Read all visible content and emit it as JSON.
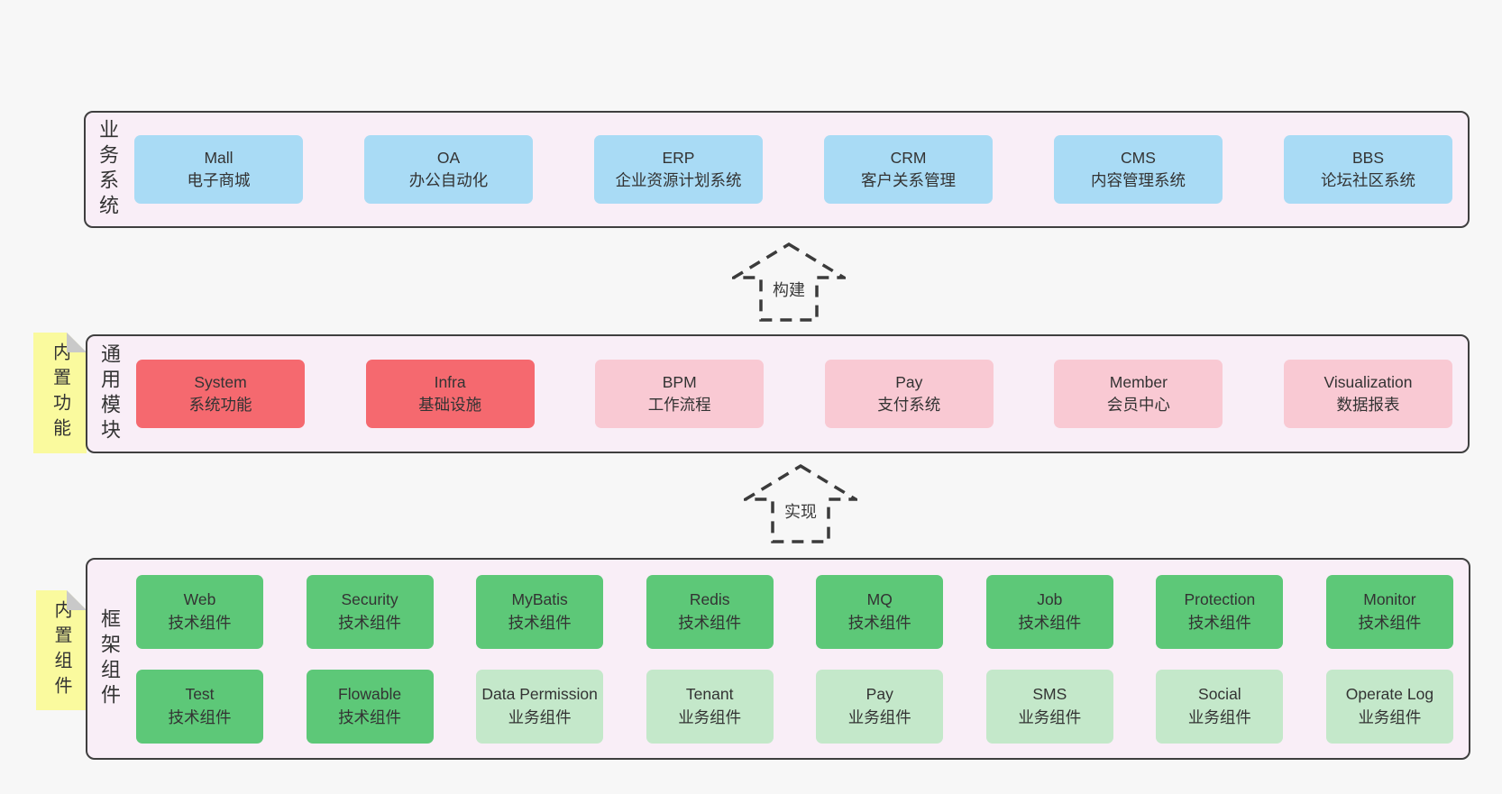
{
  "colors": {
    "page-bg": "#f7f7f7",
    "layer-bg": "#f9eef7",
    "layer-border": "#3f3f3f",
    "blue": "#a9dbf5",
    "red": "#f5696f",
    "pink": "#f9c9d3",
    "green": "#5dc878",
    "lightgreen": "#c4e8ca",
    "note-yellow": "#fafa9e",
    "note-fold": "#c9c9c9",
    "text": "#333333"
  },
  "arrows": [
    {
      "label": "构建"
    },
    {
      "label": "实现"
    }
  ],
  "layers": [
    {
      "side_label": "业务系统",
      "boxes": [
        {
          "name": "Mall",
          "desc": "电子商城",
          "variant": "blue"
        },
        {
          "name": "OA",
          "desc": "办公自动化",
          "variant": "blue"
        },
        {
          "name": "ERP",
          "desc": "企业资源计划系统",
          "variant": "blue"
        },
        {
          "name": "CRM",
          "desc": "客户关系管理",
          "variant": "blue"
        },
        {
          "name": "CMS",
          "desc": "内容管理系统",
          "variant": "blue"
        },
        {
          "name": "BBS",
          "desc": "论坛社区系统",
          "variant": "blue"
        }
      ]
    },
    {
      "side_label": "通用模块",
      "note": "内置功能",
      "boxes": [
        {
          "name": "System",
          "desc": "系统功能",
          "variant": "red"
        },
        {
          "name": "Infra",
          "desc": "基础设施",
          "variant": "red"
        },
        {
          "name": "BPM",
          "desc": "工作流程",
          "variant": "pink"
        },
        {
          "name": "Pay",
          "desc": "支付系统",
          "variant": "pink"
        },
        {
          "name": "Member",
          "desc": "会员中心",
          "variant": "pink"
        },
        {
          "name": "Visualization",
          "desc": "数据报表",
          "variant": "pink"
        }
      ]
    },
    {
      "side_label": "框架组件",
      "note": "内置组件",
      "boxes": [
        {
          "name": "Web",
          "desc": "技术组件",
          "variant": "green"
        },
        {
          "name": "Security",
          "desc": "技术组件",
          "variant": "green"
        },
        {
          "name": "MyBatis",
          "desc": "技术组件",
          "variant": "green"
        },
        {
          "name": "Redis",
          "desc": "技术组件",
          "variant": "green"
        },
        {
          "name": "MQ",
          "desc": "技术组件",
          "variant": "green"
        },
        {
          "name": "Job",
          "desc": "技术组件",
          "variant": "green"
        },
        {
          "name": "Protection",
          "desc": "技术组件",
          "variant": "green"
        },
        {
          "name": "Monitor",
          "desc": "技术组件",
          "variant": "green"
        },
        {
          "name": "Test",
          "desc": "技术组件",
          "variant": "green"
        },
        {
          "name": "Flowable",
          "desc": "技术组件",
          "variant": "green"
        },
        {
          "name": "Data Permission",
          "desc": "业务组件",
          "variant": "lightgreen"
        },
        {
          "name": "Tenant",
          "desc": "业务组件",
          "variant": "lightgreen"
        },
        {
          "name": "Pay",
          "desc": "业务组件",
          "variant": "lightgreen"
        },
        {
          "name": "SMS",
          "desc": "业务组件",
          "variant": "lightgreen"
        },
        {
          "name": "Social",
          "desc": "业务组件",
          "variant": "lightgreen"
        },
        {
          "name": "Operate Log",
          "desc": "业务组件",
          "variant": "lightgreen"
        }
      ]
    }
  ]
}
